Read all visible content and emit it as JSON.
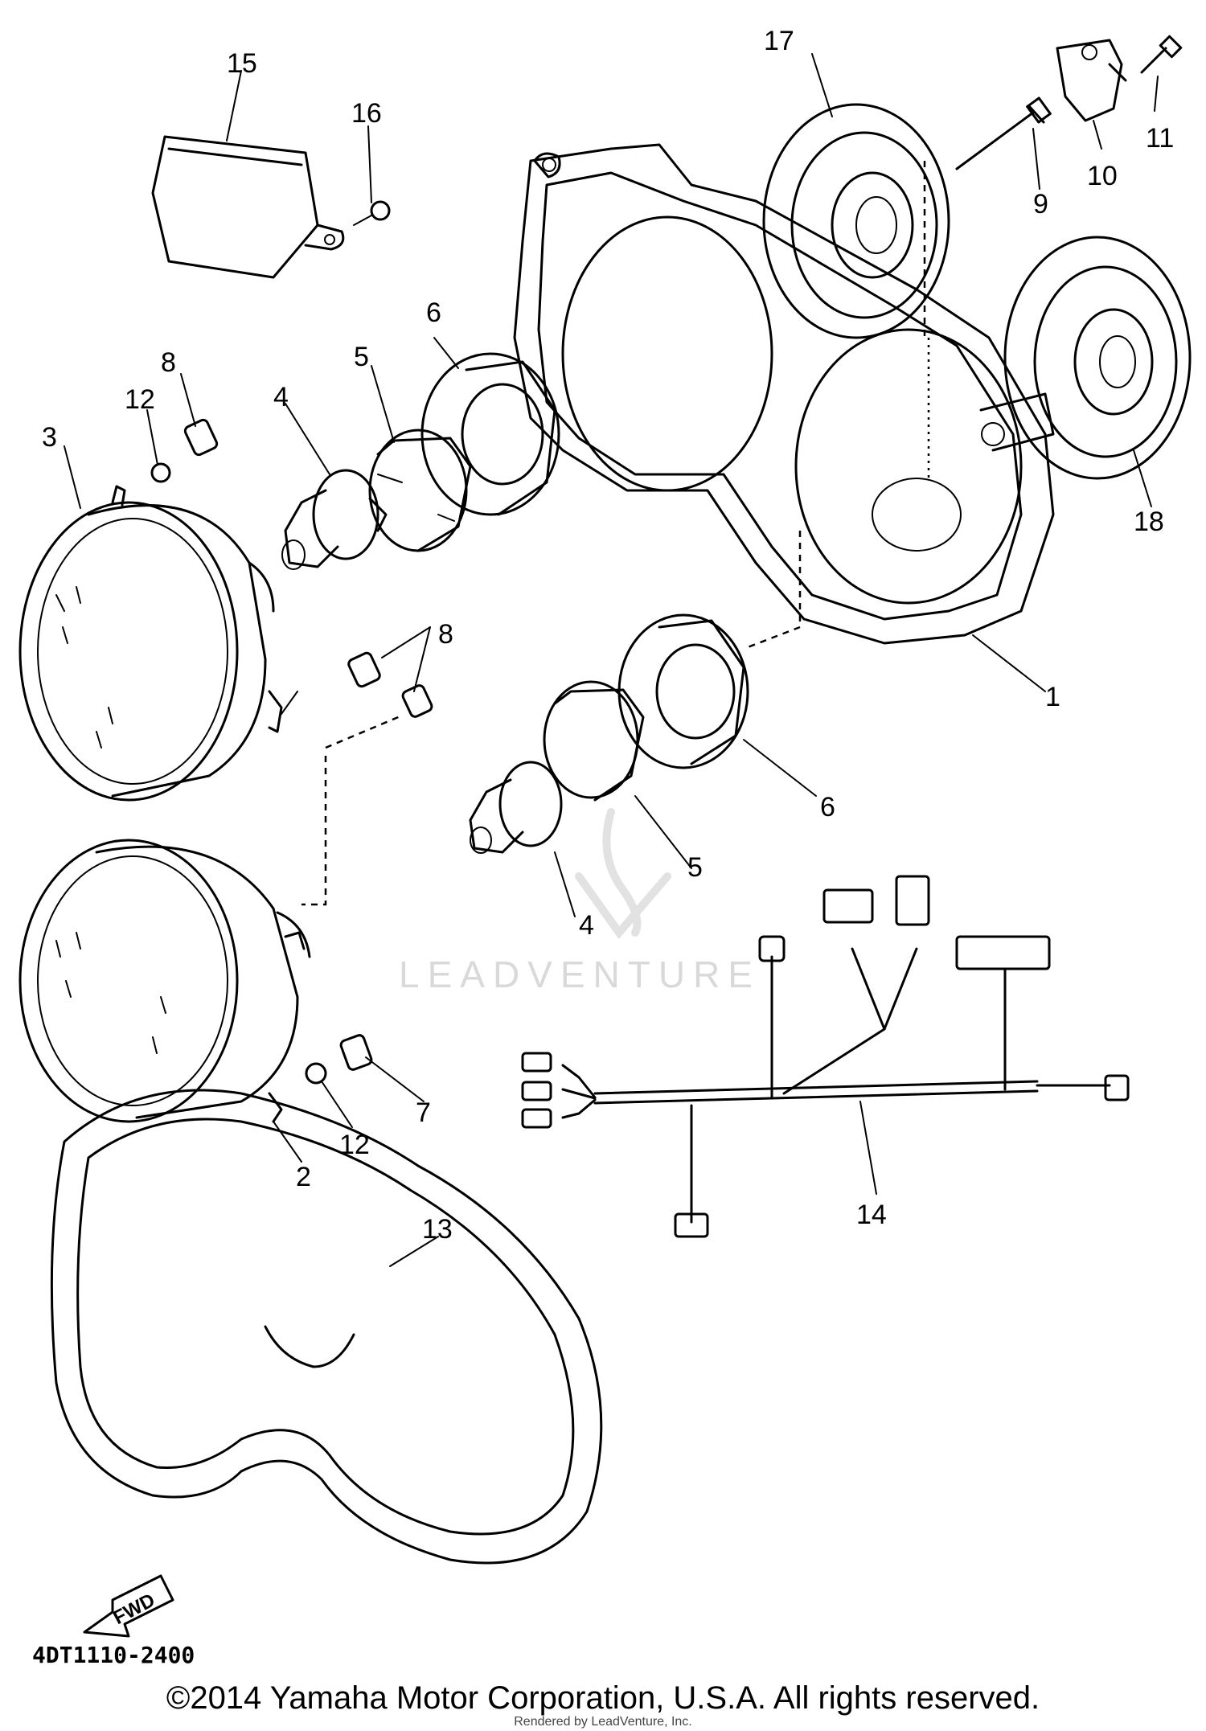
{
  "diagram": {
    "callouts": [
      "1",
      "2",
      "3",
      "4",
      "4",
      "5",
      "5",
      "6",
      "6",
      "7",
      "8",
      "8",
      "9",
      "10",
      "11",
      "12",
      "12",
      "13",
      "14",
      "15",
      "16",
      "17",
      "18"
    ],
    "fwd_label": "FWD",
    "diagram_code": "4DT1110-2400",
    "watermark": "LEADVENTURE"
  },
  "footer": {
    "copyright": "©2014 Yamaha Motor Corporation, U.S.A. All rights reserved.",
    "rendered_by": "Rendered by LeadVenture, Inc."
  }
}
